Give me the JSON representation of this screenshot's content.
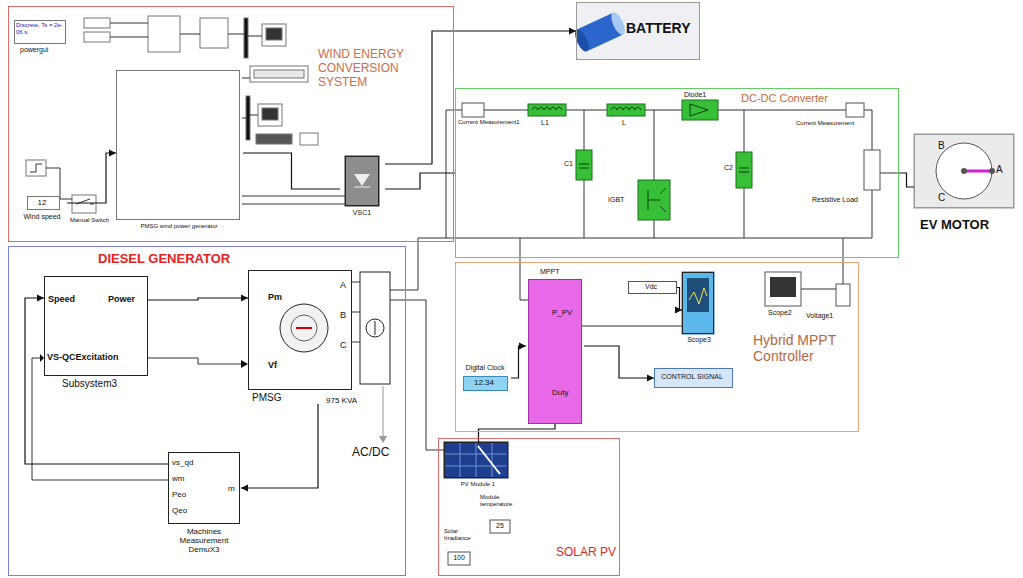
{
  "diagram": {
    "nodes": [
      {
        "text": [
          "WIND ENERGY CONVERSION SYSTEM"
        ]
      },
      {
        "text": [
          "Discrete, Ts = 2e-06 s.",
          "powergui"
        ],
        "in": 0
      },
      {
        "text": [
          "PMSG wind power generator"
        ],
        "in": 0
      },
      {
        "text": [
          "12",
          "Wind speed"
        ],
        "in": 0
      },
      {
        "text": [
          "VSC1"
        ],
        "in": 0
      },
      {
        "text": [
          "DIESEL GENERATOR"
        ]
      },
      {
        "text": [
          "Speed",
          "Power",
          "VS-QCExcitation",
          "Subsystem3"
        ],
        "in": 5
      },
      {
        "text": [
          "Pm",
          "Vf",
          "A",
          "B",
          "C",
          "PMSG"
        ],
        "in": 5
      },
      {
        "text": [
          "vs_qd",
          "wm",
          "Peo",
          "Qeo",
          "m",
          "Machines Measurement DemuX3"
        ],
        "in": 5
      },
      {
        "text": [
          "BATTERY"
        ]
      },
      {
        "text": [
          "DC-DC Converter"
        ]
      },
      {
        "text": [
          "B",
          "A",
          "C",
          "EV MOTOR"
        ]
      },
      {
        "text": [
          "Hybrid MPPT Controller"
        ]
      },
      {
        "text": [
          "MPPT",
          "P_PV",
          "Duty"
        ],
        "in": 12
      },
      {
        "text": [
          "Vdc"
        ],
        "in": 12
      },
      {
        "text": [
          "Scope3"
        ],
        "in": 12
      },
      {
        "text": [
          "Digital Clock",
          "12.34"
        ],
        "in": 12
      },
      {
        "text": [
          "CONTROL SIGNAL"
        ],
        "in": 12
      },
      {
        "text": [
          "SOLAR PV"
        ]
      },
      {
        "text": [
          "PV Module 1"
        ],
        "in": 18
      }
    ],
    "edges": [
      {
        "from": 3,
        "to": 2,
        "arrow": "to"
      },
      {
        "from": 2,
        "to": 4,
        "arrow": "none"
      },
      {
        "from": 4,
        "to": 9,
        "arrow": "to"
      },
      {
        "from": 4,
        "to": 10,
        "arrow": "none"
      },
      {
        "from": 6,
        "to": 7,
        "arrow": "to"
      },
      {
        "from": 8,
        "to": 6,
        "arrow": "to"
      },
      {
        "from": 7,
        "to": 8,
        "arrow": "to"
      },
      {
        "from": 10,
        "to": 11,
        "arrow": "none"
      },
      {
        "from": 16,
        "to": 13,
        "arrow": "to"
      },
      {
        "from": 13,
        "to": 17,
        "arrow": "to"
      },
      {
        "from": 14,
        "to": 15,
        "arrow": "to"
      },
      {
        "from": 19,
        "to": 13,
        "arrow": "none"
      }
    ],
    "labels": [
      "Manual Switch",
      "975 KVA",
      "AC/DC",
      "Current Measurement1",
      "L1",
      "C1",
      "L",
      "Diode1",
      "IGBT",
      "C2",
      "Current Measurement",
      "Resistive Load",
      "Scope2",
      "Voltage1",
      "Solar Irradiance",
      "100",
      "Module temperature",
      "25"
    ]
  }
}
